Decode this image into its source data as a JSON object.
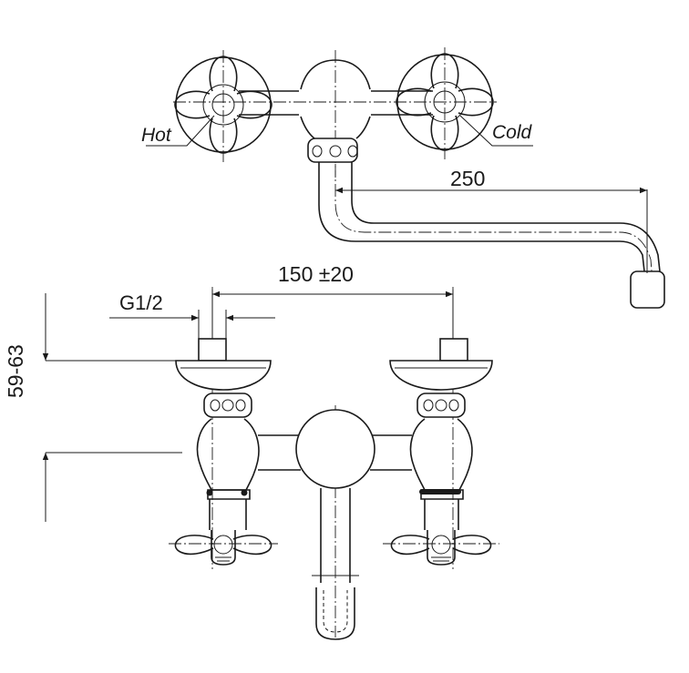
{
  "labels": {
    "hot": "Hot",
    "cold": "Cold"
  },
  "dimensions": {
    "spout_reach": "250",
    "inlet_spacing": "150 ±20",
    "thread": "G1/2",
    "eccentric_range": "59-63"
  }
}
